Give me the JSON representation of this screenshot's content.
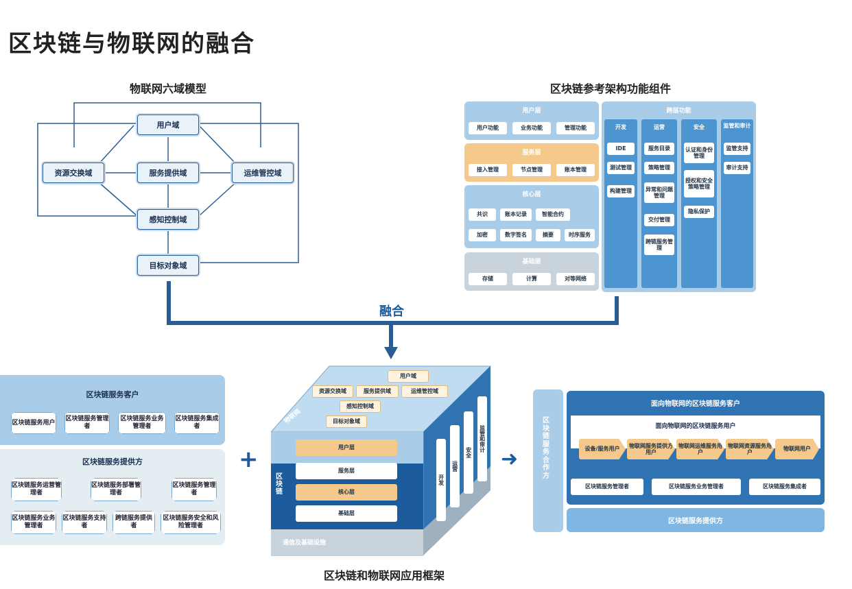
{
  "page_title": "区块链与物联网的融合",
  "iot_model": {
    "title": "物联网六域模型",
    "nodes": {
      "user": "用户域",
      "resource": "资源交换域",
      "service": "服务提供域",
      "ops": "运维管控域",
      "sensing": "感知控制域",
      "target": "目标对象域"
    }
  },
  "arch": {
    "title": "区块链参考架构功能组件",
    "user_layer": {
      "title": "用户层",
      "items": [
        "用户功能",
        "业务功能",
        "管理功能"
      ]
    },
    "service_layer": {
      "title": "服务层",
      "items": [
        "接入管理",
        "节点管理",
        "账本管理"
      ]
    },
    "core_layer": {
      "title": "核心层",
      "items": [
        "共识",
        "账本记录",
        "智能合约",
        "加密",
        "数字签名",
        "摘要",
        "时序服务"
      ]
    },
    "base_layer": {
      "title": "基础层",
      "items": [
        "存储",
        "计算",
        "对等网络"
      ]
    },
    "cross": {
      "title": "跨层功能",
      "columns": [
        {
          "title": "开发",
          "items": [
            "IDE",
            "测试管理",
            "构建管理"
          ]
        },
        {
          "title": "运营",
          "items": [
            "服务目录",
            "策略管理",
            "异常和问题管理",
            "交付管理",
            "跨链服务管理"
          ]
        },
        {
          "title": "安全",
          "items": [
            "认证和身份管理",
            "授权和安全策略管理",
            "隐私保护"
          ]
        },
        {
          "title": "监管和审计",
          "items": [
            "监管支持",
            "审计支持"
          ]
        }
      ]
    }
  },
  "merge_label": "融合",
  "plus": "+",
  "arrow": "➜",
  "left_box": {
    "customer": {
      "title": "区块链服务客户",
      "items": [
        "区块链服务用户",
        "区块链服务管理者",
        "区块链服务业务管理者",
        "区块链服务集成者"
      ]
    },
    "provider": {
      "title": "区块链服务提供方",
      "items": [
        "区块链服务运营管理者",
        "区块链服务部署管理者",
        "区块链服务管理者",
        "区块链服务业务管理者",
        "区块链服务支持者",
        "跨链服务提供者",
        "区块链服务安全和风险管理者"
      ]
    }
  },
  "cube": {
    "top_items": [
      "用户域",
      "资源交换域",
      "服务提供域",
      "运维管控域",
      "感知控制域",
      "目标对象域"
    ],
    "iot_label": "物联网",
    "front_layers": [
      "用户层",
      "服务层",
      "核心层",
      "基础层"
    ],
    "blockchain_label": "区块链",
    "bottom": "通信及基础设施",
    "side_items": [
      "开发",
      "运营",
      "安全",
      "监管和审计"
    ],
    "caption": "区块链和物联网应用框架"
  },
  "right_box": {
    "side_label": "区块链服务合作方",
    "customer_title": "面向物联网的区块链服务客户",
    "users_title": "面向物联网的区块链服务用户",
    "users": [
      "设备/服务用户",
      "物联网服务提供方用户",
      "物联网运维服务用户",
      "物联网资源服务用户",
      "物联网用户"
    ],
    "managers": [
      "区块链服务管理者",
      "区块链服务业务管理者",
      "区块链服务集成者"
    ],
    "provider": "区块链服务提供方"
  },
  "colors": {
    "dark_blue": "#1d5c9c",
    "mid_blue": "#4d95d0",
    "light_blue": "#a9cde9",
    "orange": "#f5c98b",
    "grey": "#c9d3db"
  }
}
